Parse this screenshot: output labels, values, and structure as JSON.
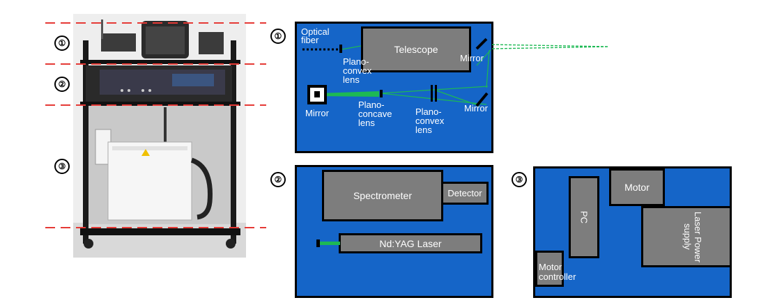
{
  "markers": [
    "①",
    "②",
    "③"
  ],
  "panel1": {
    "optical_fiber": "Optical fiber",
    "telescope": "Telescope",
    "plano_convex_top": "Plano-convex lens",
    "mirror_top": "Mirror",
    "mirror_left": "Mirror",
    "plano_concave": "Plano-concave lens",
    "plano_convex_bottom": "Plano-convex lens",
    "mirror_bottom": "Mirror"
  },
  "panel2": {
    "spectrometer": "Spectrometer",
    "detector": "Detector",
    "laser": "Nd:YAG Laser"
  },
  "panel3": {
    "motor": "Motor",
    "pc": "PC",
    "laser_power_supply": "Laser Power supply",
    "motor_controller": "Motor controller"
  },
  "colors": {
    "panel_blue": "#1565c8",
    "component_gray": "#7d7d7d",
    "beam_green": "#1db954",
    "guide_red": "#e53935"
  }
}
